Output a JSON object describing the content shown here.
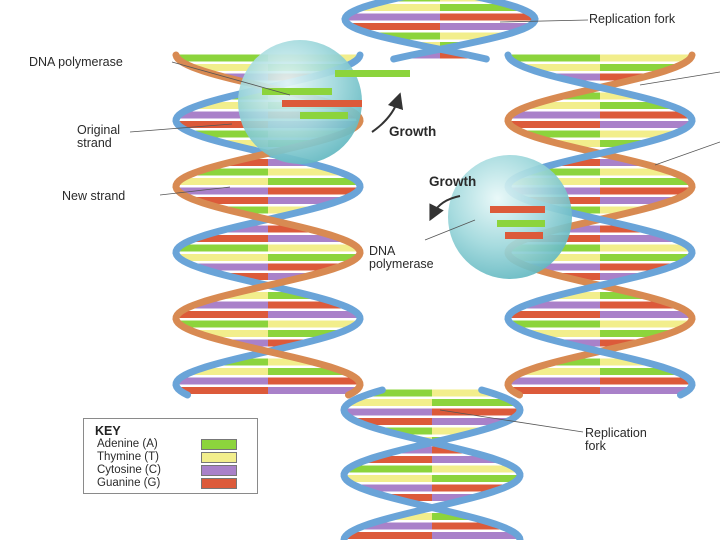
{
  "labels": {
    "replication_fork_top": "Replication fork",
    "dna_polymerase_left": "DNA polymerase",
    "original_strand_1": "Original",
    "original_strand_2": "strand",
    "growth_left": "Growth",
    "new_strand": "New strand",
    "growth_right": "Growth",
    "dna_polymerase_right_1": "DNA",
    "dna_polymerase_right_2": "polymerase",
    "replication_fork_bottom_1": "Replication",
    "replication_fork_bottom_2": "fork"
  },
  "key": {
    "title": "KEY",
    "items": [
      {
        "name": "Adenine (A)",
        "color": "#8cd43c"
      },
      {
        "name": "Thymine (T)",
        "color": "#f2ee8c"
      },
      {
        "name": "Cytosine (C)",
        "color": "#a981c9"
      },
      {
        "name": "Guanine (G)",
        "color": "#dc5a3a"
      }
    ]
  },
  "colors": {
    "backbone_original": "#6aa4d8",
    "backbone_new": "#d88a52",
    "polymerase": "#8cd0d4"
  }
}
